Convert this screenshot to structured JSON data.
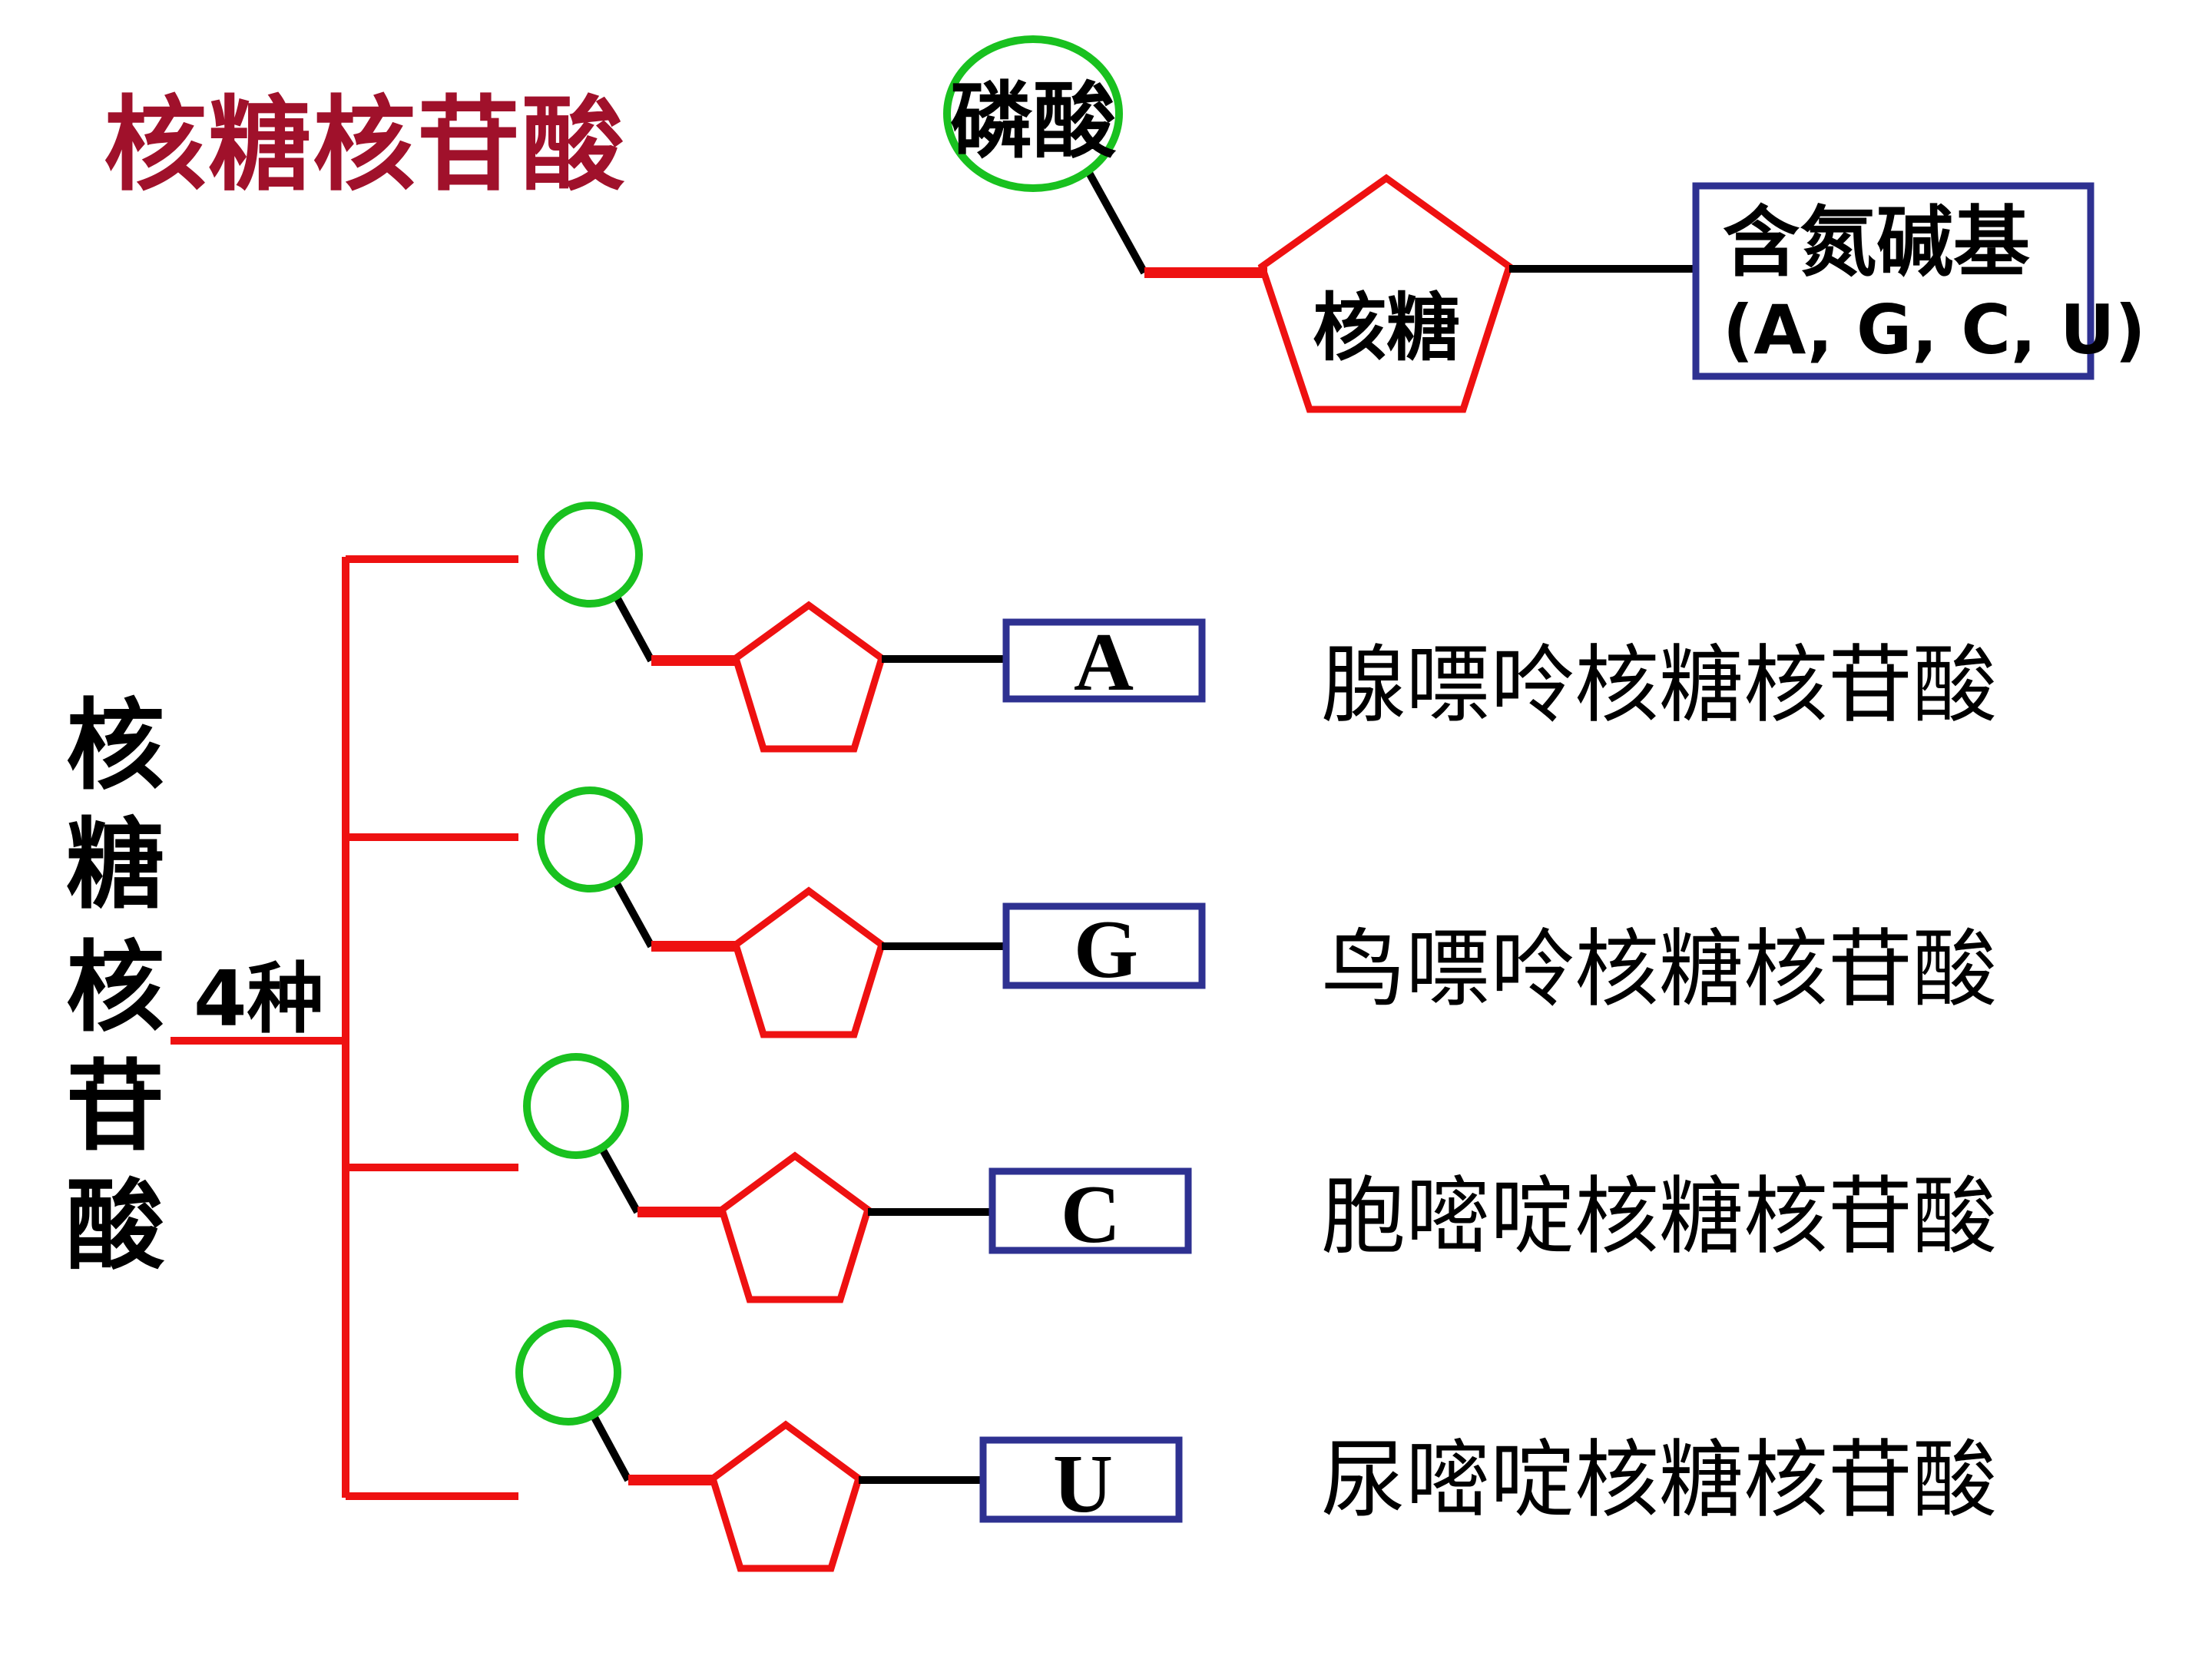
{
  "title": "核糖核苷酸",
  "structure": {
    "phosphate_label": "磷酸",
    "sugar_label": "核糖",
    "base_label": "含氮碱基",
    "base_options": "(A, G, C, U)"
  },
  "category": {
    "vertical_label": [
      "核",
      "糖",
      "核",
      "苷",
      "酸"
    ],
    "count_label": "4种"
  },
  "nucleotides": [
    {
      "base": "A",
      "name": "腺嘌呤核糖核苷酸"
    },
    {
      "base": "G",
      "name": "鸟嘌呤核糖核苷酸"
    },
    {
      "base": "C",
      "name": "胞嘧啶核糖核苷酸"
    },
    {
      "base": "U",
      "name": "尿嘧啶核糖核苷酸"
    }
  ],
  "colors": {
    "title": "#a0112b",
    "bond_red": "#ee1111",
    "phosphate_green": "#19c11f",
    "base_box_blue": "#2e3191"
  }
}
